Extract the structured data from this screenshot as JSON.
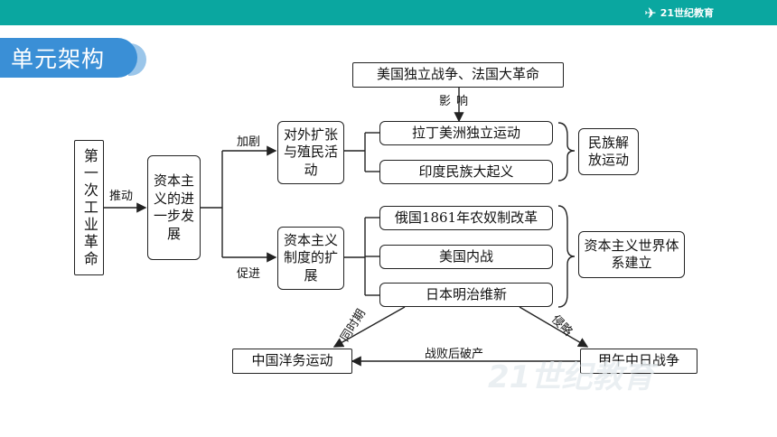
{
  "header": {
    "logo_text": "21世纪教育"
  },
  "section_title": "单元架构",
  "diagram": {
    "first_revolution": "第一次工业革命",
    "push_label": "推动",
    "capitalism_dev": "资本主义的进一步发展",
    "intensify_label": "加剧",
    "promote_label": "促进",
    "expansion": "对外扩张与殖民活动",
    "system_expansion": "资本主义制度的扩展",
    "revolutions": "美国独立战争、法国大革命",
    "influence_label": "影响",
    "latin_america": "拉丁美洲独立运动",
    "india": "印度民族大起义",
    "national_liberation": "民族解放运动",
    "russia": "俄国1861年农奴制改革",
    "us_civil_war": "美国内战",
    "meiji": "日本明治维新",
    "world_system": "资本主义世界体系建立",
    "same_period_label": "同时期",
    "invasion_label": "侵略",
    "china_westernization": "中国洋务运动",
    "sino_japanese_war": "甲午中日战争",
    "defeat_label": "战败后破产"
  }
}
